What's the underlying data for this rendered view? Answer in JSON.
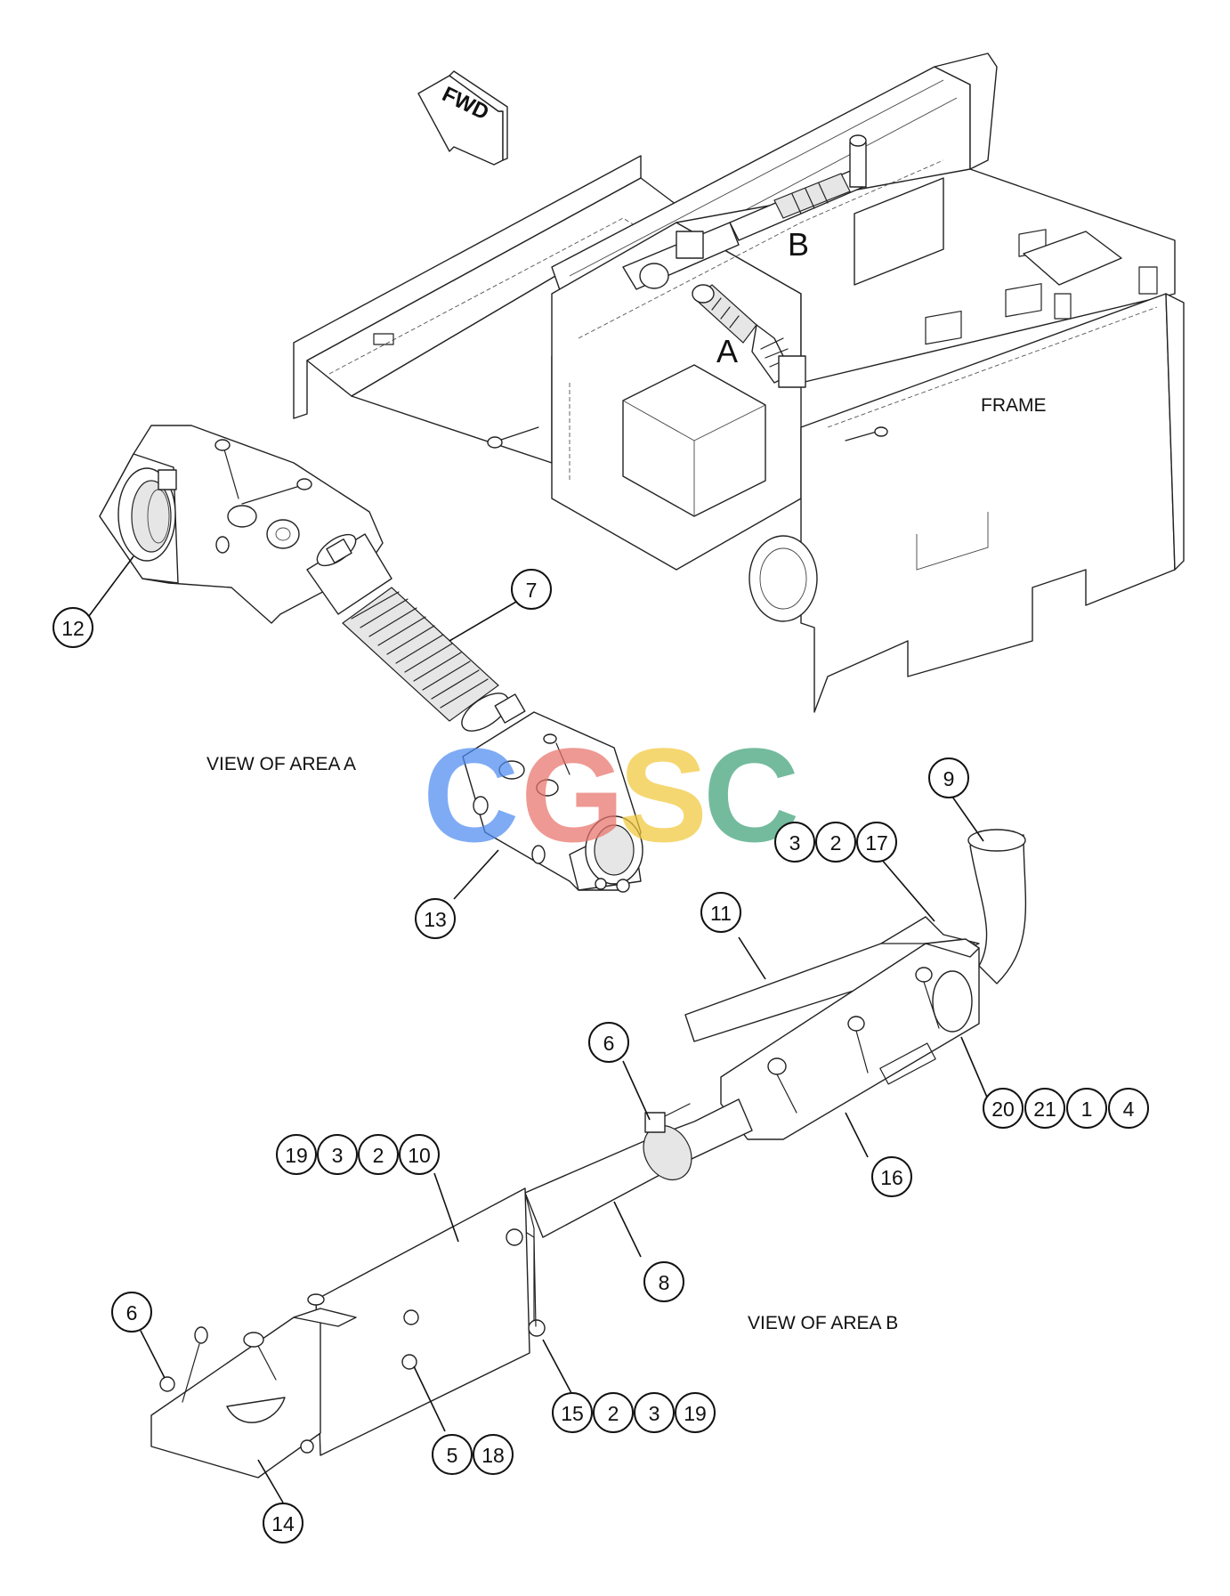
{
  "labels": {
    "fwd": "FWD",
    "frame": "FRAME",
    "area_a": "A",
    "area_b": "B",
    "view_area_a": "VIEW OF AREA A",
    "view_area_b": "VIEW OF AREA B"
  },
  "watermark": {
    "letters": [
      "C",
      "G",
      "S",
      "C"
    ],
    "colors": [
      "#4e8cf0",
      "#e8736a",
      "#f2c83c",
      "#3fa27a"
    ]
  },
  "callouts": [
    {
      "id": "c-12",
      "items": [
        "12"
      ]
    },
    {
      "id": "c-7",
      "items": [
        "7"
      ]
    },
    {
      "id": "c-13",
      "items": [
        "13"
      ]
    },
    {
      "id": "c-9",
      "items": [
        "9"
      ]
    },
    {
      "id": "c-3-2-17",
      "items": [
        "3",
        "2",
        "17"
      ]
    },
    {
      "id": "c-11",
      "items": [
        "11"
      ]
    },
    {
      "id": "c-6-top",
      "items": [
        "6"
      ]
    },
    {
      "id": "c-20-21-1-4",
      "items": [
        "20",
        "21",
        "1",
        "4"
      ]
    },
    {
      "id": "c-16",
      "items": [
        "16"
      ]
    },
    {
      "id": "c-19-3-2-10",
      "items": [
        "19",
        "3",
        "2",
        "10"
      ]
    },
    {
      "id": "c-8",
      "items": [
        "8"
      ]
    },
    {
      "id": "c-6-bottom",
      "items": [
        "6"
      ]
    },
    {
      "id": "c-15-2-3-19",
      "items": [
        "15",
        "2",
        "3",
        "19"
      ]
    },
    {
      "id": "c-5-18",
      "items": [
        "5",
        "18"
      ]
    },
    {
      "id": "c-14",
      "items": [
        "14"
      ]
    }
  ]
}
